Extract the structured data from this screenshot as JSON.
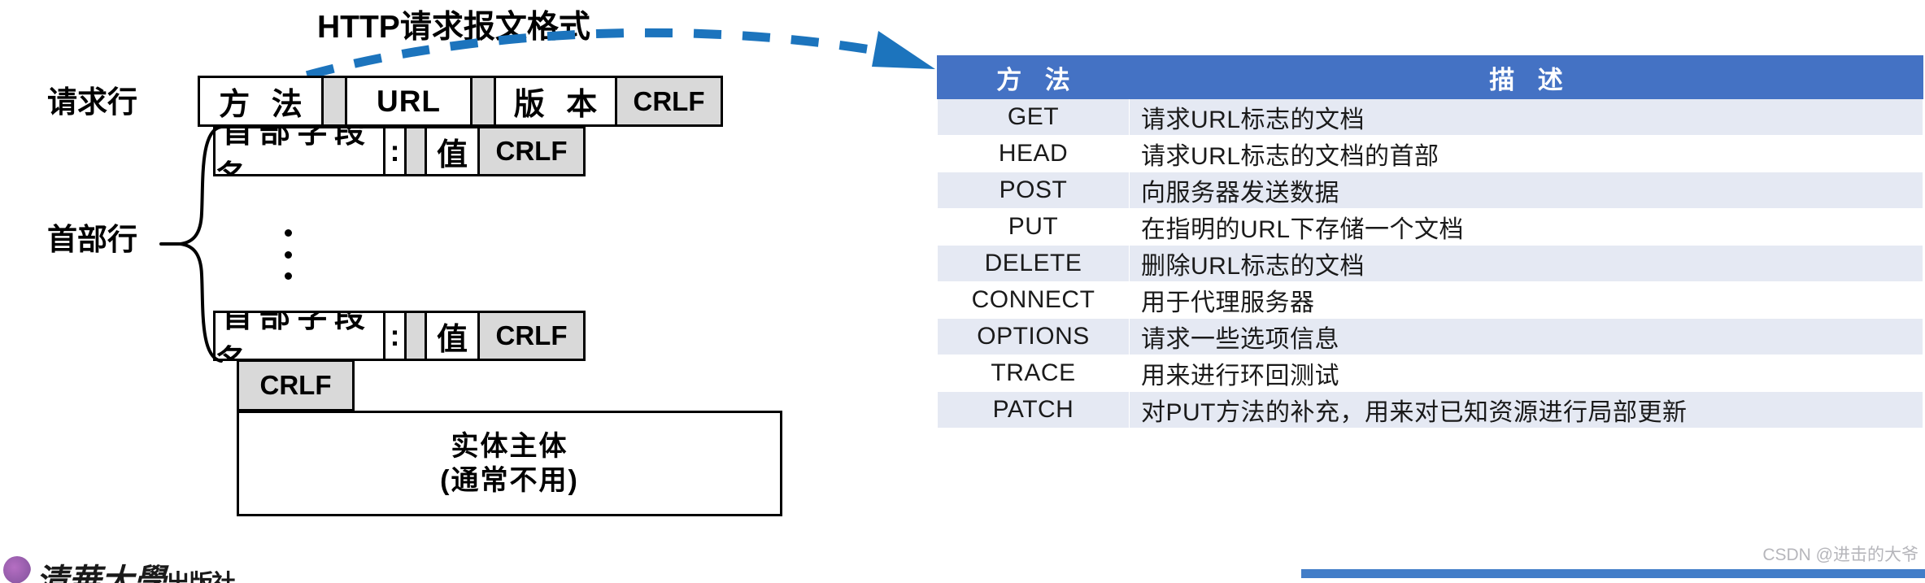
{
  "diagram": {
    "title": "HTTP请求报文格式",
    "labels": {
      "request_line": "请求行",
      "header_lines": "首部行"
    },
    "request_line_row": {
      "method": "方 法",
      "sp1": "",
      "url": "URL",
      "sp2": "",
      "version": "版 本",
      "crlf": "CRLF"
    },
    "header_row_top": {
      "field_name": "首部字段名",
      "colon": ":",
      "sp": "",
      "value": "值",
      "crlf": "CRLF"
    },
    "header_row_bottom": {
      "field_name": "首部字段名",
      "colon": ":",
      "sp": "",
      "value": "值",
      "crlf": "CRLF"
    },
    "blank_line_crlf": "CRLF",
    "entity_body": {
      "line1": "实体主体",
      "line2": "(通常不用)"
    },
    "colors": {
      "connector_blue": "#1c74bd",
      "cell_gray": "#d9d9d9",
      "border_black": "#000000"
    }
  },
  "table": {
    "headers": [
      "方 法",
      "描 述"
    ],
    "header_bg": "#4472c4",
    "row_alt_bg": "#e5e9f3",
    "rows": [
      {
        "method": "GET",
        "description": "请求URL标志的文档"
      },
      {
        "method": "HEAD",
        "description": "请求URL标志的文档的首部"
      },
      {
        "method": "POST",
        "description": "向服务器发送数据"
      },
      {
        "method": "PUT",
        "description": "在指明的URL下存储一个文档"
      },
      {
        "method": "DELETE",
        "description": "删除URL标志的文档"
      },
      {
        "method": "CONNECT",
        "description": "用于代理服务器"
      },
      {
        "method": "OPTIONS",
        "description": "请求一些选项信息"
      },
      {
        "method": "TRACE",
        "description": "用来进行环回测试"
      },
      {
        "method": "PATCH",
        "description": "对PUT方法的补充，用来对已知资源进行局部更新"
      }
    ]
  },
  "watermark": {
    "text": "CSDN @进击的大爷"
  },
  "publisher": {
    "name_big": "清華大學",
    "name_small": "出版社"
  }
}
